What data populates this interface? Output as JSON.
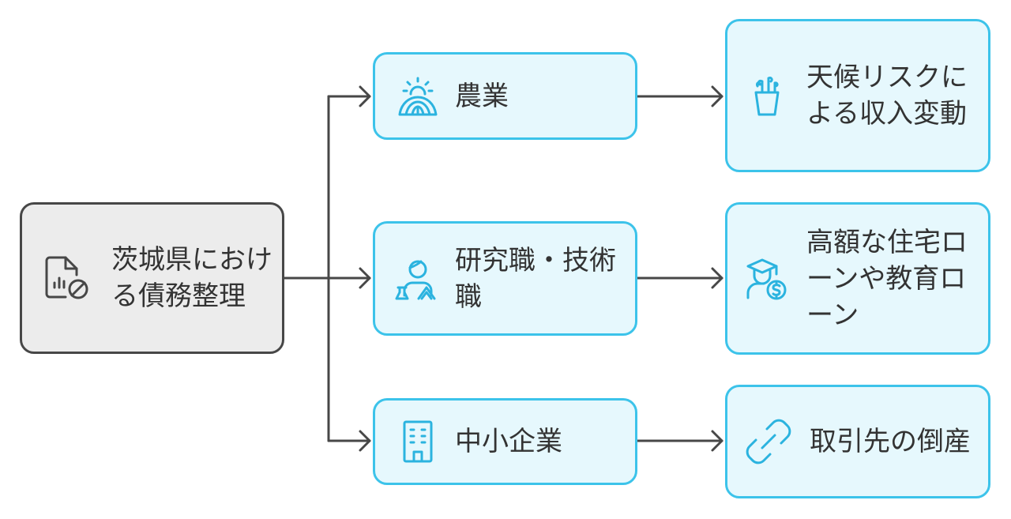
{
  "colors": {
    "root_fill": "#ececec",
    "root_stroke": "#474747",
    "node_fill": "#e6f8fd",
    "node_stroke": "#3cc3ea",
    "icon_color": "#2bb3df",
    "connector": "#474747"
  },
  "root": {
    "label": "茨城県における債務整理",
    "icon": "document-no-chart-icon"
  },
  "categories": [
    {
      "label": "農業",
      "icon": "farm-sunrise-icon",
      "result": {
        "label": "天候リスクによる収入変動",
        "icon": "cup-plants-icon"
      }
    },
    {
      "label": "研究職・技術職",
      "icon": "scientist-icon",
      "result": {
        "label": "高額な住宅ローンや教育ローン",
        "icon": "graduate-money-icon"
      }
    },
    {
      "label": "中小企業",
      "icon": "office-building-icon",
      "result": {
        "label": "取引先の倒産",
        "icon": "broken-link-icon"
      }
    }
  ]
}
